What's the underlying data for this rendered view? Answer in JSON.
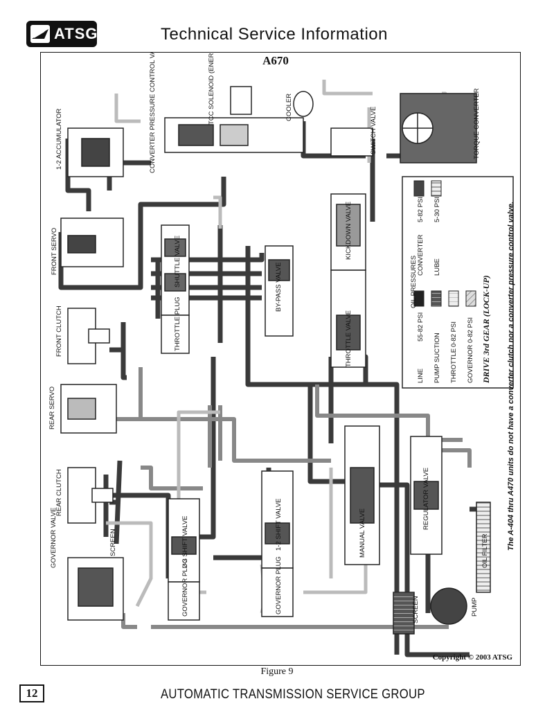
{
  "header": {
    "logo_text": "ATSG",
    "title": "Technical Service Information"
  },
  "diagram": {
    "title": "A670",
    "labels": {
      "accumulator": "1-2 ACCUMULATOR",
      "converter_pressure_control_valve": "CONVERTER PRESSURE CONTROL VALVE",
      "tcc_solenoid": "TCC SOLENOID (ENERGIZED)",
      "cooler": "COOLER",
      "switch_valve": "SWITCH VALVE",
      "torque_converter": "TORQUE CONVERTER",
      "front_servo": "FRONT SERVO",
      "shuttle_valve": "SHUTTLE VALVE",
      "by_pass_valve": "BY-PASS VALVE",
      "kickdown_valve": "KICKDOWN VALVE",
      "throttle_plug": "THROTTLE PLUG",
      "throttle_valve": "THROTTLE VALVE",
      "front_clutch": "FRONT CLUTCH",
      "rear_servo": "REAR SERVO",
      "rear_clutch": "REAR CLUTCH",
      "governor_valve": "GOVERNOR VALVE",
      "screen_left": "SCREEN",
      "shift_23": "2-3 SHIFT VALVE",
      "shift_12": "1-2 SHIFT VALVE",
      "governor_plug_left": "GOVERNOR PLUG",
      "governor_plug_right": "GOVERNOR PLUG",
      "manual_valve": "MANUAL VALVE",
      "regulator_valve": "REGULATOR VALVE",
      "oil_filter": "OIL FILTER",
      "screen_right": "SCREEN",
      "pump": "PUMP"
    },
    "legend": {
      "heading": "OIL PRESSURES",
      "rows": [
        {
          "name": "LINE",
          "value": "55-82 PSI",
          "pattern": "solid-dark"
        },
        {
          "name": "PUMP SUCTION",
          "value": "",
          "pattern": "dark-striped"
        },
        {
          "name": "THROTTLE",
          "value": "0-82 PSI",
          "pattern": "light-hatched"
        },
        {
          "name": "GOVERNOR",
          "value": "0-82 PSI",
          "pattern": "diagonal"
        },
        {
          "name": "CONVERTER",
          "value": "5-82 PSI",
          "pattern": "medium-solid"
        },
        {
          "name": "LUBE",
          "value": "5-30 PSI",
          "pattern": "light-striped"
        }
      ],
      "mode_title": "DRIVE 3rd GEAR (LOCK-UP)"
    },
    "note": "The A-404 thru A470 units do not have a converter clutch nor a converter pressure control valve.",
    "copyright": "Copyright © 2003 ATSG"
  },
  "caption": "Figure 9",
  "footer": {
    "page_number": "12",
    "text": "AUTOMATIC TRANSMISSION SERVICE GROUP"
  }
}
